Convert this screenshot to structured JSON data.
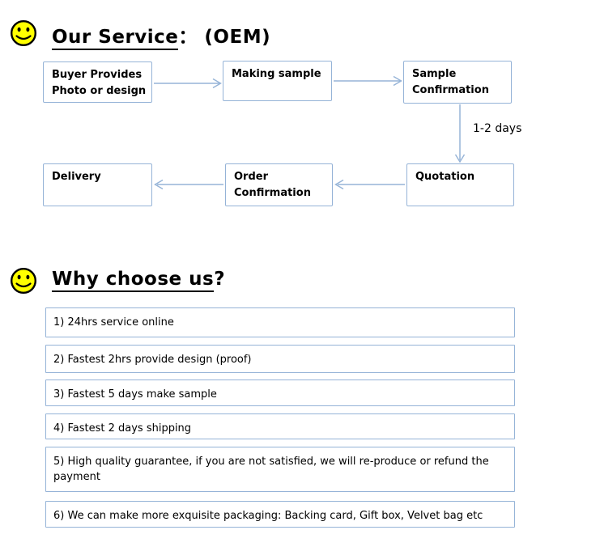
{
  "colors": {
    "box_border": "#95b3d7",
    "arrow": "#95b3d7",
    "smiley_fill": "#ffff00",
    "smiley_stroke": "#000000"
  },
  "service_section": {
    "heading_underlined": "Our Service",
    "heading_rest": "： (OEM)",
    "flow_boxes": {
      "buyer": "Buyer Provides Photo or design",
      "making": "Making sample",
      "sample": "Sample Confirmation",
      "quotation": "Quotation",
      "order": "Order Confirmation",
      "delivery": "Delivery"
    },
    "down_arrow_label": "1-2 days"
  },
  "why_section": {
    "heading_underlined": "Why choose us",
    "heading_rest": "?",
    "items": [
      "1) 24hrs service online",
      "2) Fastest 2hrs provide design (proof)",
      "3) Fastest 5 days make sample",
      "4) Fastest 2 days shipping",
      "5) High quality guarantee, if you are not satisfied, we will re-produce or refund the payment",
      "6) We can make more exquisite packaging: Backing card, Gift box, Velvet bag etc"
    ]
  }
}
